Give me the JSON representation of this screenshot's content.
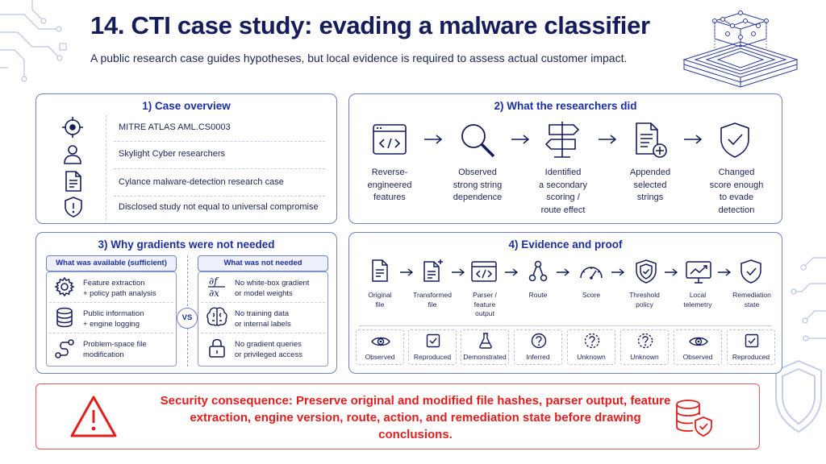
{
  "title": "14. CTI case study: evading a malware classifier",
  "subtitle": "A public research case guides hypotheses, but local evidence is required to assess actual customer impact.",
  "panel1": {
    "title": "1) Case overview",
    "rows": [
      {
        "icon": "target-icon",
        "text": "MITRE ATLAS AML.CS0003"
      },
      {
        "icon": "person-icon",
        "text": "Skylight Cyber researchers"
      },
      {
        "icon": "document-icon",
        "text": "Cylance malware-detection research case"
      },
      {
        "icon": "shield-alert-icon",
        "text": "Disclosed study not equal to universal compromise"
      }
    ]
  },
  "panel2": {
    "title": "2) What the researchers did",
    "steps": [
      {
        "icon": "code-window-icon",
        "label": "Reverse-\nengineered\nfeatures"
      },
      {
        "icon": "magnifier-icon",
        "label": "Observed\nstrong string\ndependence"
      },
      {
        "icon": "signpost-icon",
        "label": "Identified\na secondary\nscoring /\nroute effect"
      },
      {
        "icon": "document-plus-icon",
        "label": "Appended\nselected\nstrings"
      },
      {
        "icon": "shield-check-icon",
        "label": "Changed\nscore enough\nto evade\ndetection"
      }
    ]
  },
  "panel3": {
    "title": "3) Why gradients were not needed",
    "left_header": "What was available (sufficient)",
    "right_header": "What was not needed",
    "vs": "VS",
    "left_rows": [
      {
        "icon": "gear-icon",
        "text": "Feature extraction\n+ policy path analysis"
      },
      {
        "icon": "database-icon",
        "text": "Public information\n+ engine logging"
      },
      {
        "icon": "path-icon",
        "text": "Problem-space file\nmodification"
      }
    ],
    "right_rows": [
      {
        "icon": "gradient-symbol-icon",
        "text": "No white-box gradient\nor model weights"
      },
      {
        "icon": "brain-icon",
        "text": "No training data\nor internal labels"
      },
      {
        "icon": "lock-icon",
        "text": "No gradient queries\nor privileged access"
      }
    ]
  },
  "panel4": {
    "title": "4) Evidence and proof",
    "steps": [
      {
        "icon": "file-icon",
        "label": "Original\nfile"
      },
      {
        "icon": "file-sparkle-icon",
        "label": "Transformed\nfile"
      },
      {
        "icon": "code-window-icon",
        "label": "Parser /\nfeature\noutput"
      },
      {
        "icon": "route-icon",
        "label": "Route"
      },
      {
        "icon": "gauge-icon",
        "label": "Score"
      },
      {
        "icon": "shield-check-icon",
        "label": "Threshold\npolicy"
      },
      {
        "icon": "monitor-chart-icon",
        "label": "Local\ntelemetry"
      },
      {
        "icon": "shield-check-icon",
        "label": "Remediation\nstate"
      }
    ],
    "statuses": [
      {
        "icon": "eye-icon",
        "label": "Observed"
      },
      {
        "icon": "checkbox-icon",
        "label": "Reproduced"
      },
      {
        "icon": "flask-icon",
        "label": "Demonstrated"
      },
      {
        "icon": "question-icon",
        "label": "Inferred"
      },
      {
        "icon": "dashed-question-icon",
        "label": "Unknown"
      },
      {
        "icon": "dashed-question-icon",
        "label": "Unknown"
      },
      {
        "icon": "eye-icon",
        "label": "Observed"
      },
      {
        "icon": "checkbox-icon",
        "label": "Reproduced"
      }
    ]
  },
  "consequence": {
    "text": "Security consequence: Preserve original and modified file hashes, parser output, feature extraction, engine version, route, action, and remediation state before drawing conclusions.",
    "icon": "warning-icon",
    "side_icon": "database-shield-icon"
  },
  "colors": {
    "navy": "#141c5c",
    "blue": "#1b2fa0",
    "border": "#6f82c4",
    "red": "#e21e1e"
  }
}
